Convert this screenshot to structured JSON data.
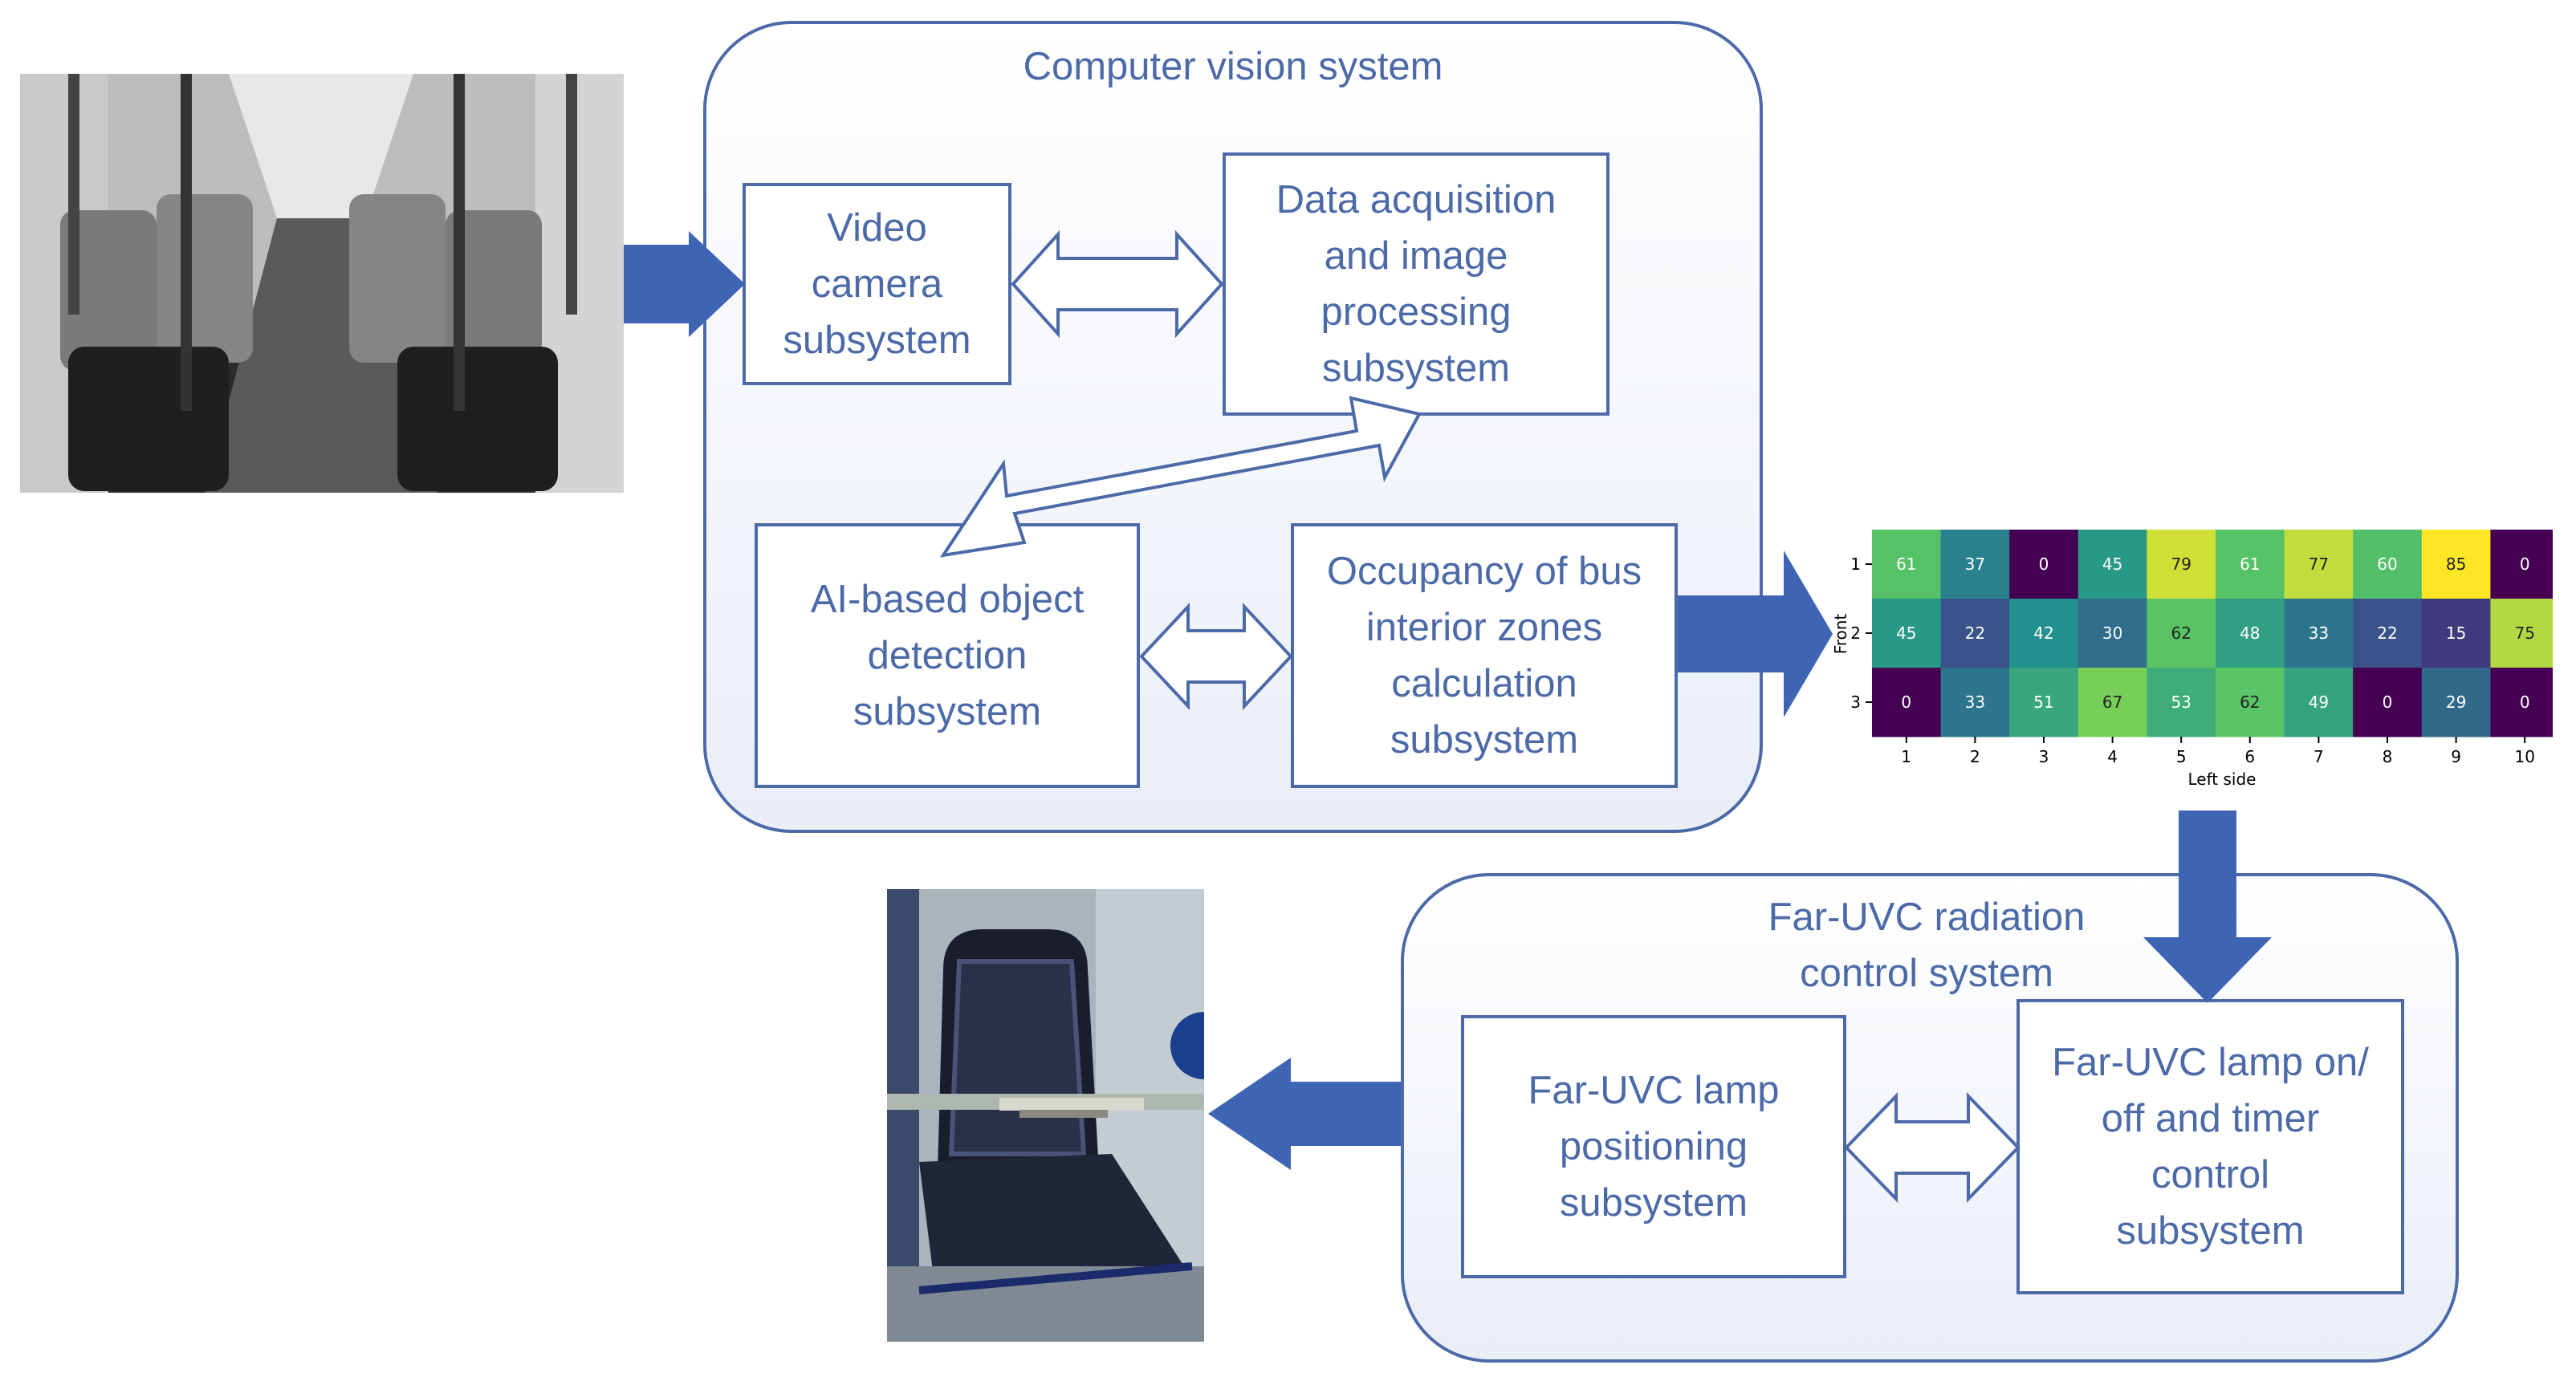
{
  "cv_system": {
    "title": "Computer vision system",
    "video_camera": "Video\ncamera\nsubsystem",
    "data_acquisition": "Data acquisition\nand image\nprocessing\nsubsystem",
    "ai_detection": "AI-based object\ndetection\nsubsystem",
    "occupancy": "Occupancy of bus\ninterior zones\ncalculation\nsubsystem"
  },
  "uvc_system": {
    "title": "Far-UVC radiation\ncontrol system",
    "positioning": "Far-UVC lamp\npositioning\nsubsystem",
    "timer_control": "Far-UVC lamp on/\noff and timer\ncontrol\nsubsystem"
  },
  "colors": {
    "accent": "#4d6aa8",
    "arrow_fill": "#3e64b4"
  },
  "chart_data": {
    "type": "heatmap",
    "xlabel": "Left side",
    "ylabel": "Front",
    "x": [
      "1",
      "2",
      "3",
      "4",
      "5",
      "6",
      "7",
      "8",
      "9",
      "10"
    ],
    "y": [
      "1",
      "2",
      "3"
    ],
    "values": [
      [
        61,
        37,
        0,
        45,
        79,
        61,
        77,
        60,
        85,
        0
      ],
      [
        45,
        22,
        42,
        30,
        62,
        48,
        33,
        22,
        15,
        75
      ],
      [
        0,
        33,
        51,
        67,
        53,
        62,
        49,
        0,
        29,
        0
      ]
    ],
    "vmin": 0,
    "vmax": 85,
    "colormap": "viridis"
  }
}
